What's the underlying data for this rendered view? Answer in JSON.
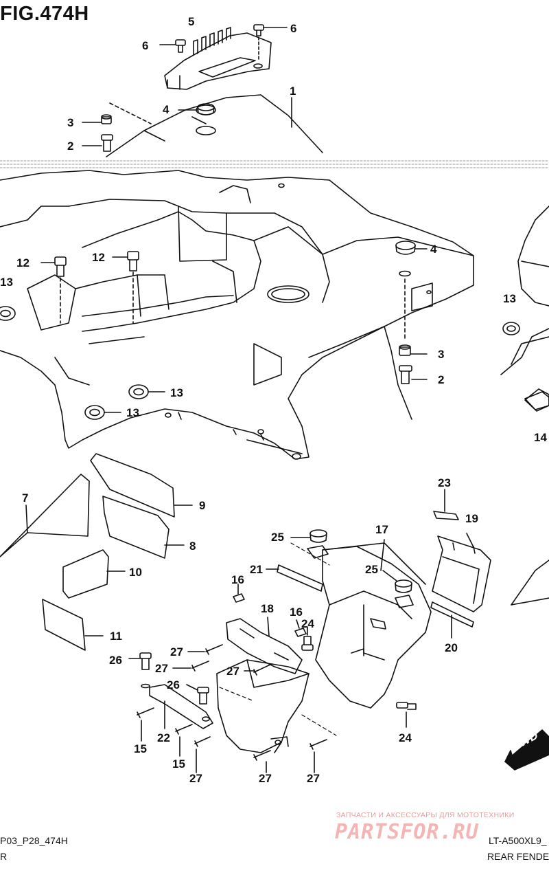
{
  "figure": {
    "title": "FIG.474H"
  },
  "callouts": [
    {
      "id": "c1",
      "text": "1"
    },
    {
      "id": "c2a",
      "text": "2"
    },
    {
      "id": "c2b",
      "text": "2"
    },
    {
      "id": "c3a",
      "text": "3"
    },
    {
      "id": "c3b",
      "text": "3"
    },
    {
      "id": "c4a",
      "text": "4"
    },
    {
      "id": "c4b",
      "text": "4"
    },
    {
      "id": "c5",
      "text": "5"
    },
    {
      "id": "c6a",
      "text": "6"
    },
    {
      "id": "c6b",
      "text": "6"
    },
    {
      "id": "c7",
      "text": "7"
    },
    {
      "id": "c8",
      "text": "8"
    },
    {
      "id": "c9",
      "text": "9"
    },
    {
      "id": "c10",
      "text": "10"
    },
    {
      "id": "c11",
      "text": "11"
    },
    {
      "id": "c12a",
      "text": "12"
    },
    {
      "id": "c12b",
      "text": "12"
    },
    {
      "id": "c13a",
      "text": "13"
    },
    {
      "id": "c13b",
      "text": "13"
    },
    {
      "id": "c13c",
      "text": "13"
    },
    {
      "id": "c13d",
      "text": "13"
    },
    {
      "id": "c14",
      "text": "14"
    },
    {
      "id": "c15a",
      "text": "15"
    },
    {
      "id": "c15b",
      "text": "15"
    },
    {
      "id": "c16a",
      "text": "16"
    },
    {
      "id": "c16b",
      "text": "16"
    },
    {
      "id": "c17",
      "text": "17"
    },
    {
      "id": "c18",
      "text": "18"
    },
    {
      "id": "c19",
      "text": "19"
    },
    {
      "id": "c20",
      "text": "20"
    },
    {
      "id": "c21",
      "text": "21"
    },
    {
      "id": "c22",
      "text": "22"
    },
    {
      "id": "c23",
      "text": "23"
    },
    {
      "id": "c24a",
      "text": "24"
    },
    {
      "id": "c24b",
      "text": "24"
    },
    {
      "id": "c25a",
      "text": "25"
    },
    {
      "id": "c25b",
      "text": "25"
    },
    {
      "id": "c26a",
      "text": "26"
    },
    {
      "id": "c26b",
      "text": "26"
    },
    {
      "id": "c27a",
      "text": "27"
    },
    {
      "id": "c27b",
      "text": "27"
    },
    {
      "id": "c27c",
      "text": "27"
    },
    {
      "id": "c27d",
      "text": "27"
    },
    {
      "id": "c27e",
      "text": "27"
    },
    {
      "id": "c27f",
      "text": "27"
    }
  ],
  "fwd_arrow": {
    "label": "FWD"
  },
  "footer": {
    "left_code": "P03_P28_474H",
    "left_sub": "R",
    "right_code": "LT-A500XL9_",
    "right_title": "REAR FENDER"
  },
  "watermark": {
    "tagline": "ЗАПЧАСТИ И АКСЕССУАРЫ ДЛЯ МОТОТЕХНИКИ",
    "logo": "PARTSFOR.RU",
    "color": "#e57373"
  },
  "colors": {
    "ink": "#111111",
    "background": "#ffffff"
  }
}
